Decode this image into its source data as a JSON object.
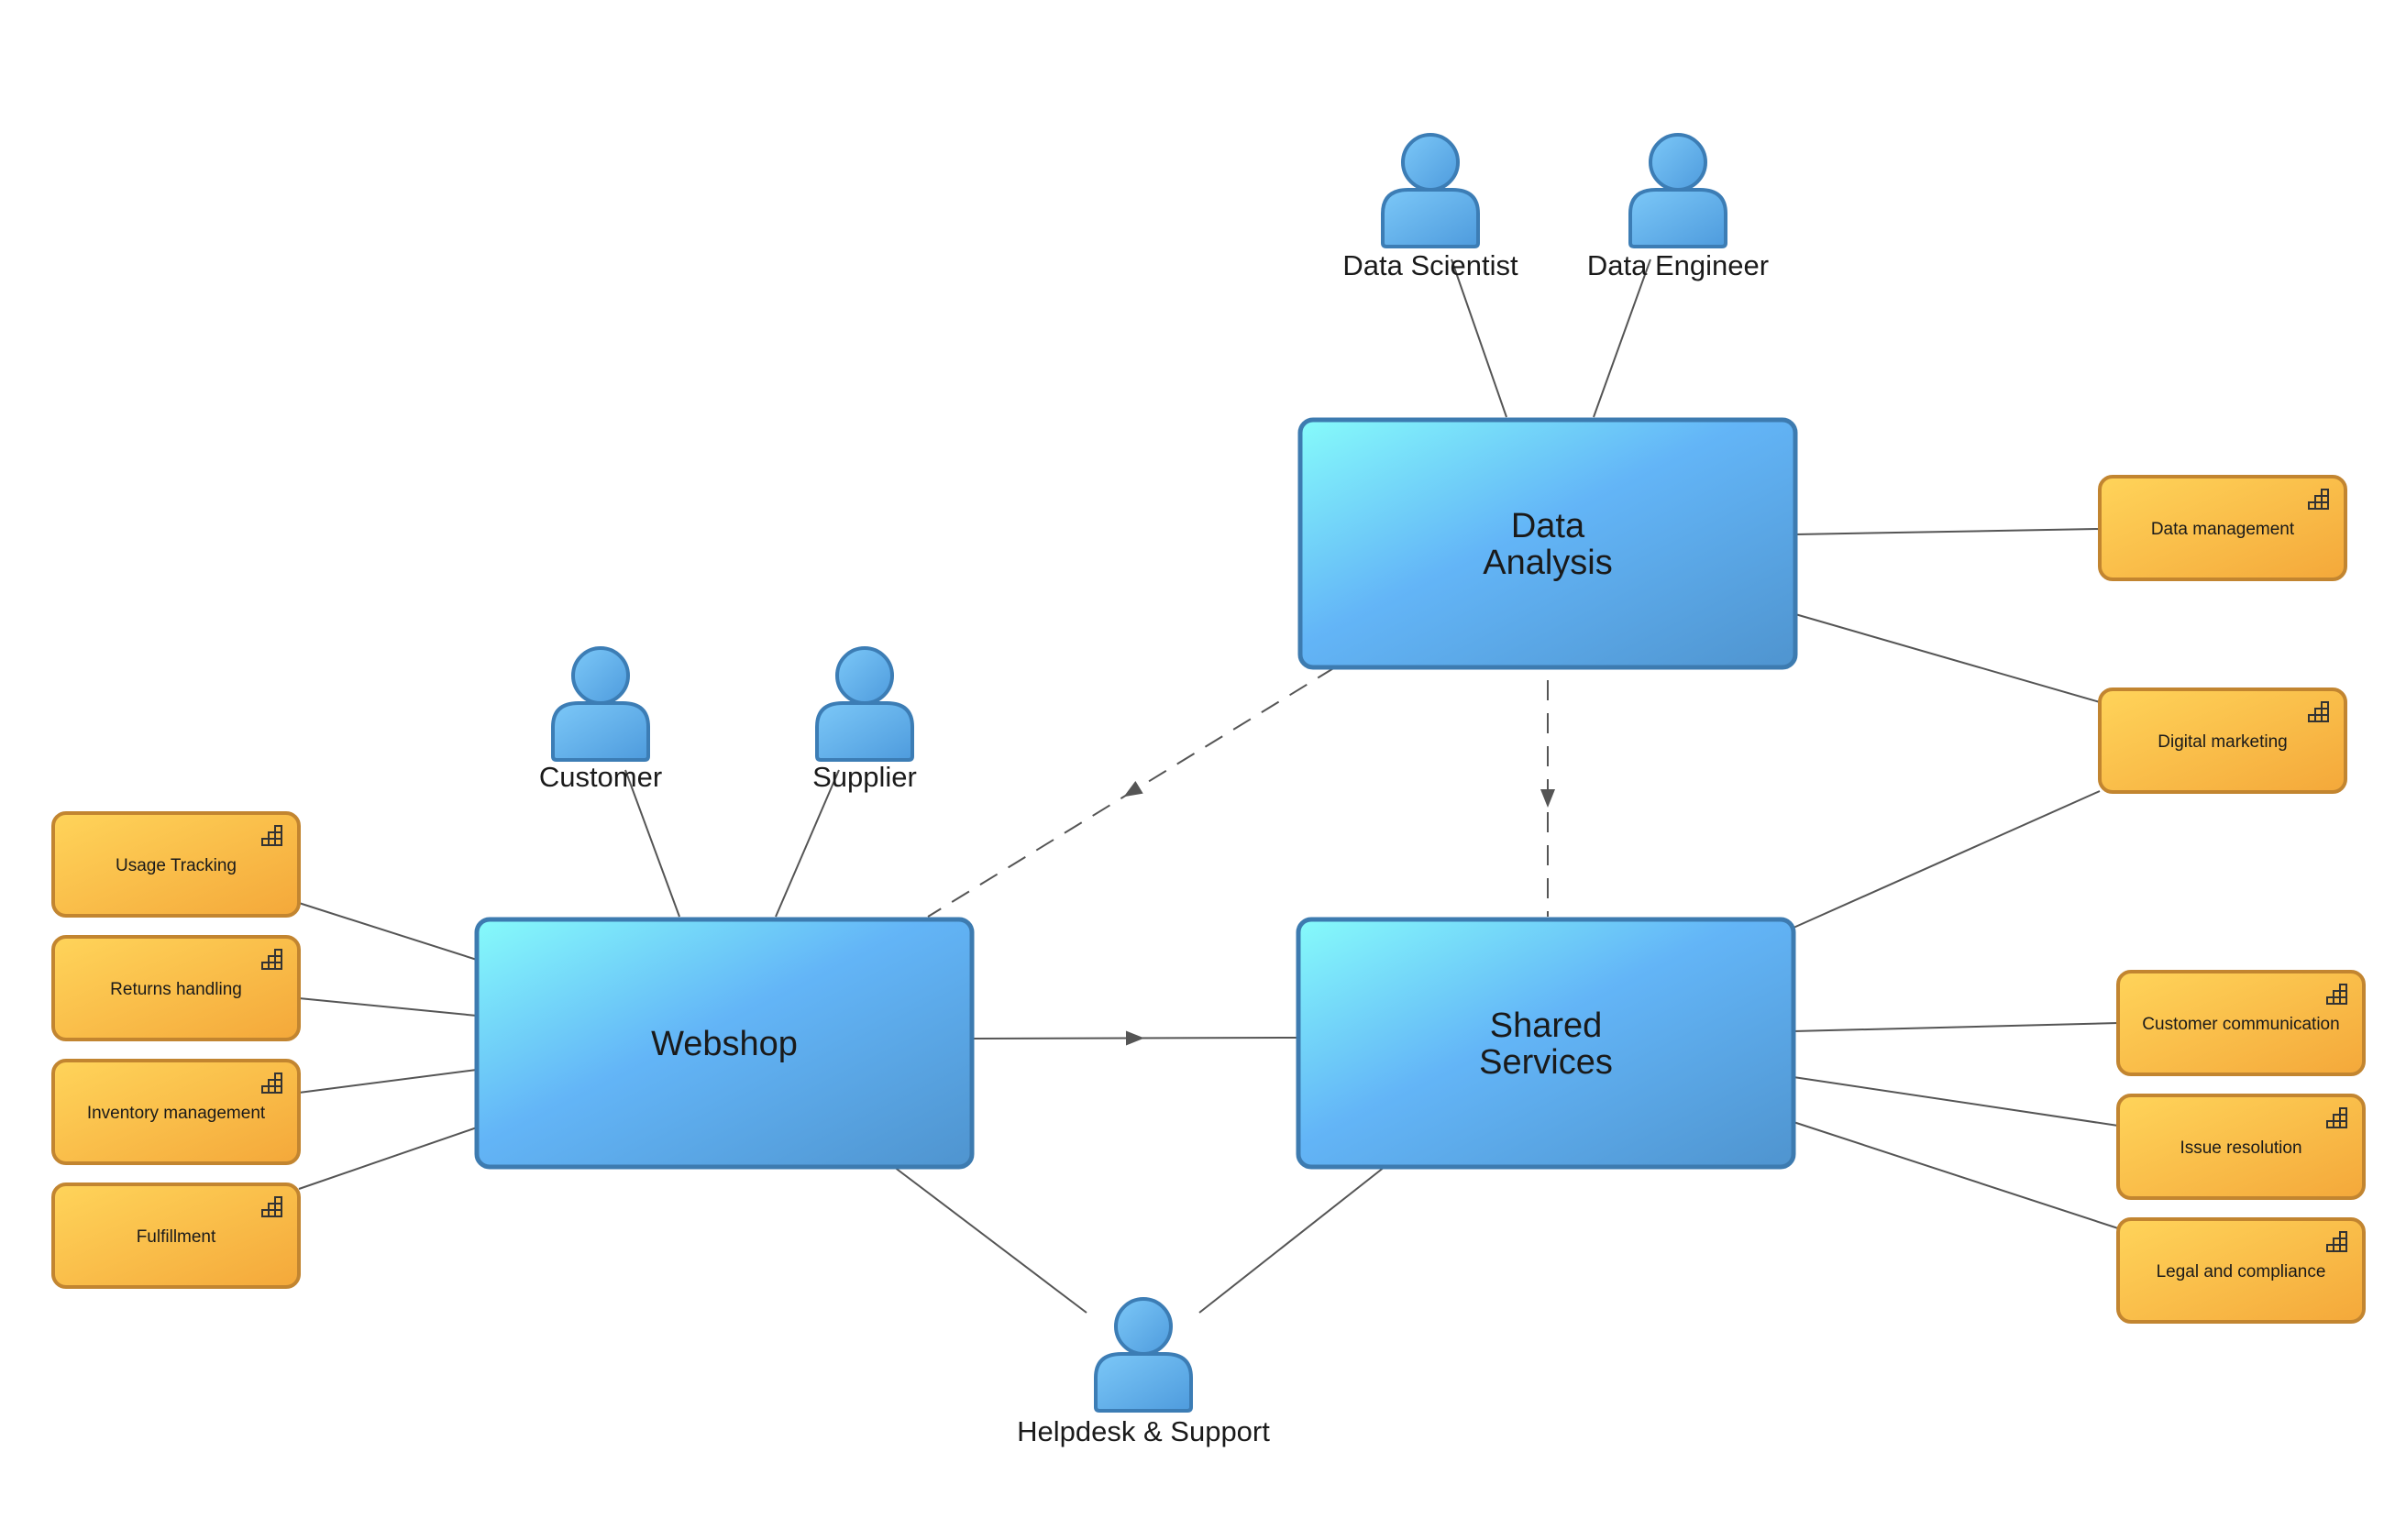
{
  "systems": [
    {
      "id": "data_analysis",
      "lines": [
        "Data",
        "Analysis"
      ]
    },
    {
      "id": "webshop",
      "lines": [
        "Webshop"
      ]
    },
    {
      "id": "shared_services",
      "lines": [
        "Shared",
        "Services"
      ]
    }
  ],
  "actors": [
    {
      "id": "data_scientist",
      "label": "Data Scientist"
    },
    {
      "id": "data_engineer",
      "label": "Data Engineer"
    },
    {
      "id": "customer",
      "label": "Customer"
    },
    {
      "id": "supplier",
      "label": "Supplier"
    },
    {
      "id": "helpdesk",
      "label": "Helpdesk & Support"
    }
  ],
  "capabilities": [
    {
      "id": "usage_tracking",
      "label": "Usage Tracking"
    },
    {
      "id": "returns_handling",
      "label": "Returns handling"
    },
    {
      "id": "inventory_management",
      "label": "Inventory management"
    },
    {
      "id": "fulfillment",
      "label": "Fulfillment"
    },
    {
      "id": "data_management",
      "label": "Data management"
    },
    {
      "id": "digital_marketing",
      "label": "Digital marketing"
    },
    {
      "id": "customer_communication",
      "label": "Customer communication"
    },
    {
      "id": "issue_resolution",
      "label": "Issue resolution"
    },
    {
      "id": "legal_compliance",
      "label": "Legal and compliance"
    }
  ],
  "connections": [
    {
      "from": "data_scientist",
      "to": "data_analysis",
      "style": "solid"
    },
    {
      "from": "data_engineer",
      "to": "data_analysis",
      "style": "solid"
    },
    {
      "from": "customer",
      "to": "webshop",
      "style": "solid"
    },
    {
      "from": "supplier",
      "to": "webshop",
      "style": "solid"
    },
    {
      "from": "webshop",
      "to": "helpdesk",
      "style": "solid"
    },
    {
      "from": "shared_services",
      "to": "helpdesk",
      "style": "solid"
    },
    {
      "from": "usage_tracking",
      "to": "webshop",
      "style": "solid"
    },
    {
      "from": "returns_handling",
      "to": "webshop",
      "style": "solid"
    },
    {
      "from": "inventory_management",
      "to": "webshop",
      "style": "solid"
    },
    {
      "from": "fulfillment",
      "to": "webshop",
      "style": "solid"
    },
    {
      "from": "data_analysis",
      "to": "data_management",
      "style": "solid"
    },
    {
      "from": "data_analysis",
      "to": "digital_marketing",
      "style": "solid"
    },
    {
      "from": "shared_services",
      "to": "digital_marketing",
      "style": "solid"
    },
    {
      "from": "shared_services",
      "to": "customer_communication",
      "style": "solid"
    },
    {
      "from": "shared_services",
      "to": "issue_resolution",
      "style": "solid"
    },
    {
      "from": "shared_services",
      "to": "legal_compliance",
      "style": "solid"
    },
    {
      "from": "webshop",
      "to": "shared_services",
      "style": "arrow"
    },
    {
      "from": "data_analysis",
      "to": "webshop",
      "style": "dashed-arrow"
    },
    {
      "from": "data_analysis",
      "to": "shared_services",
      "style": "dashed-arrow"
    }
  ],
  "colors": {
    "system_top": "#86FBFB",
    "system_mid": "#63B5F7",
    "system_bottom": "#4F94CF",
    "system_border": "#3D7BB0",
    "actor_fill": "#5BAEEF",
    "actor_light": "#7CC8F8",
    "actor_border": "#3C7DB5",
    "capability_top": "#FFD45A",
    "capability_bottom": "#F4A83A",
    "capability_border": "#C28530",
    "line": "#555555",
    "text": "#1a1a1a"
  }
}
